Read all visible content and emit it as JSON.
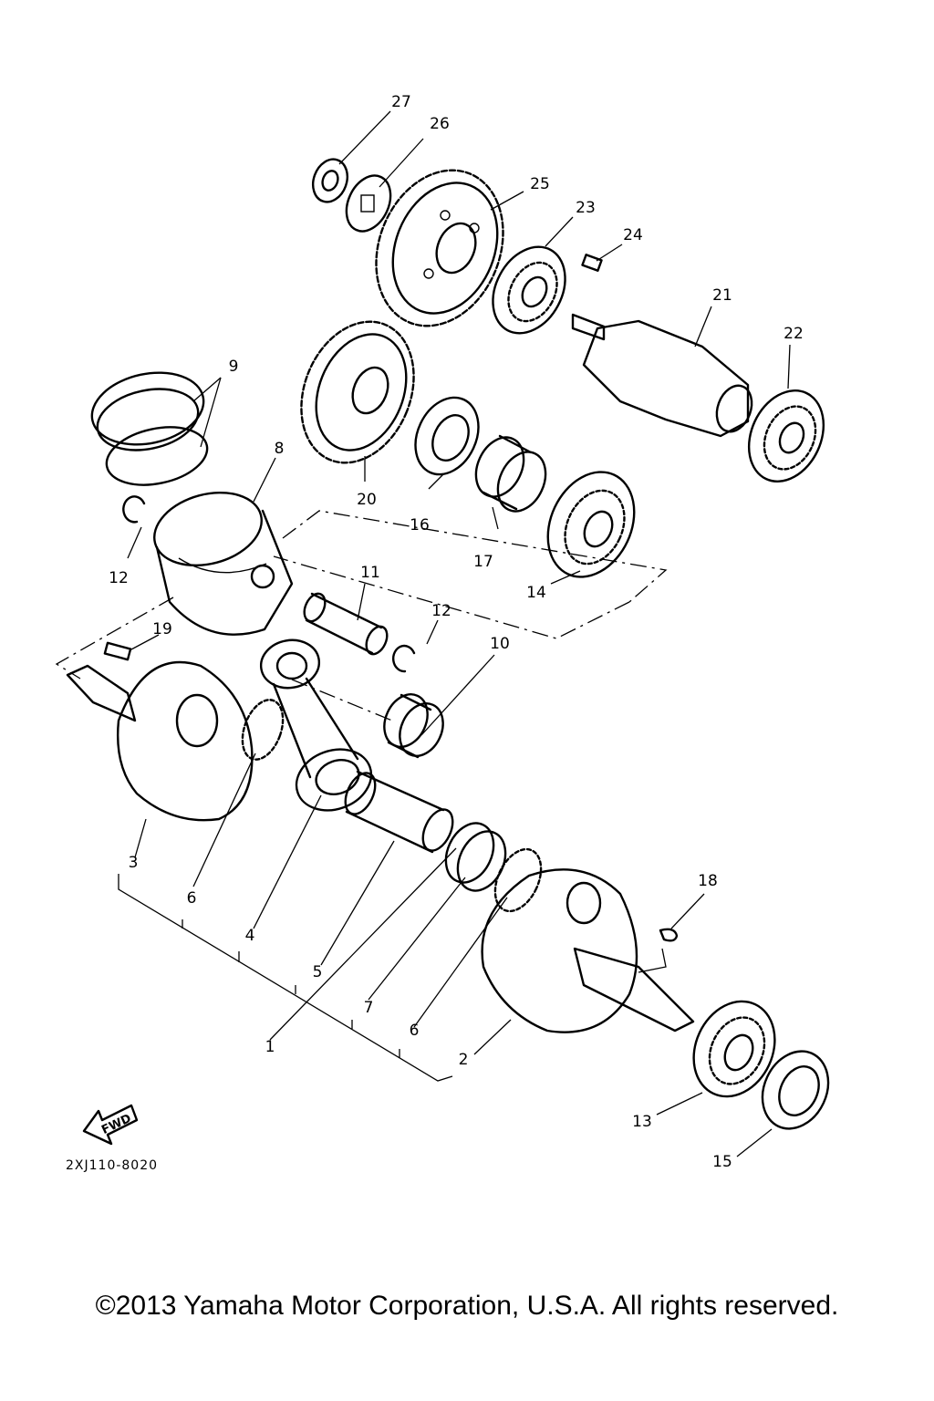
{
  "diagram": {
    "part_code": "2XJ110-8020",
    "fwd_label": "FWD",
    "callouts": [
      {
        "id": "c1",
        "text": "1"
      },
      {
        "id": "c2",
        "text": "2"
      },
      {
        "id": "c3",
        "text": "3"
      },
      {
        "id": "c4",
        "text": "4"
      },
      {
        "id": "c5",
        "text": "5"
      },
      {
        "id": "c6a",
        "text": "6"
      },
      {
        "id": "c6b",
        "text": "6"
      },
      {
        "id": "c7",
        "text": "7"
      },
      {
        "id": "c8",
        "text": "8"
      },
      {
        "id": "c9",
        "text": "9"
      },
      {
        "id": "c10",
        "text": "10"
      },
      {
        "id": "c11",
        "text": "11"
      },
      {
        "id": "c12a",
        "text": "12"
      },
      {
        "id": "c12b",
        "text": "12"
      },
      {
        "id": "c13",
        "text": "13"
      },
      {
        "id": "c14",
        "text": "14"
      },
      {
        "id": "c15",
        "text": "15"
      },
      {
        "id": "c16",
        "text": "16"
      },
      {
        "id": "c17",
        "text": "17"
      },
      {
        "id": "c18",
        "text": "18"
      },
      {
        "id": "c19",
        "text": "19"
      },
      {
        "id": "c20",
        "text": "20"
      },
      {
        "id": "c21",
        "text": "21"
      },
      {
        "id": "c22",
        "text": "22"
      },
      {
        "id": "c23",
        "text": "23"
      },
      {
        "id": "c24",
        "text": "24"
      },
      {
        "id": "c25",
        "text": "25"
      },
      {
        "id": "c26",
        "text": "26"
      },
      {
        "id": "c27",
        "text": "27"
      }
    ]
  },
  "footer": {
    "copyright": "©2013 Yamaha Motor Corporation, U.S.A. All rights reserved."
  }
}
